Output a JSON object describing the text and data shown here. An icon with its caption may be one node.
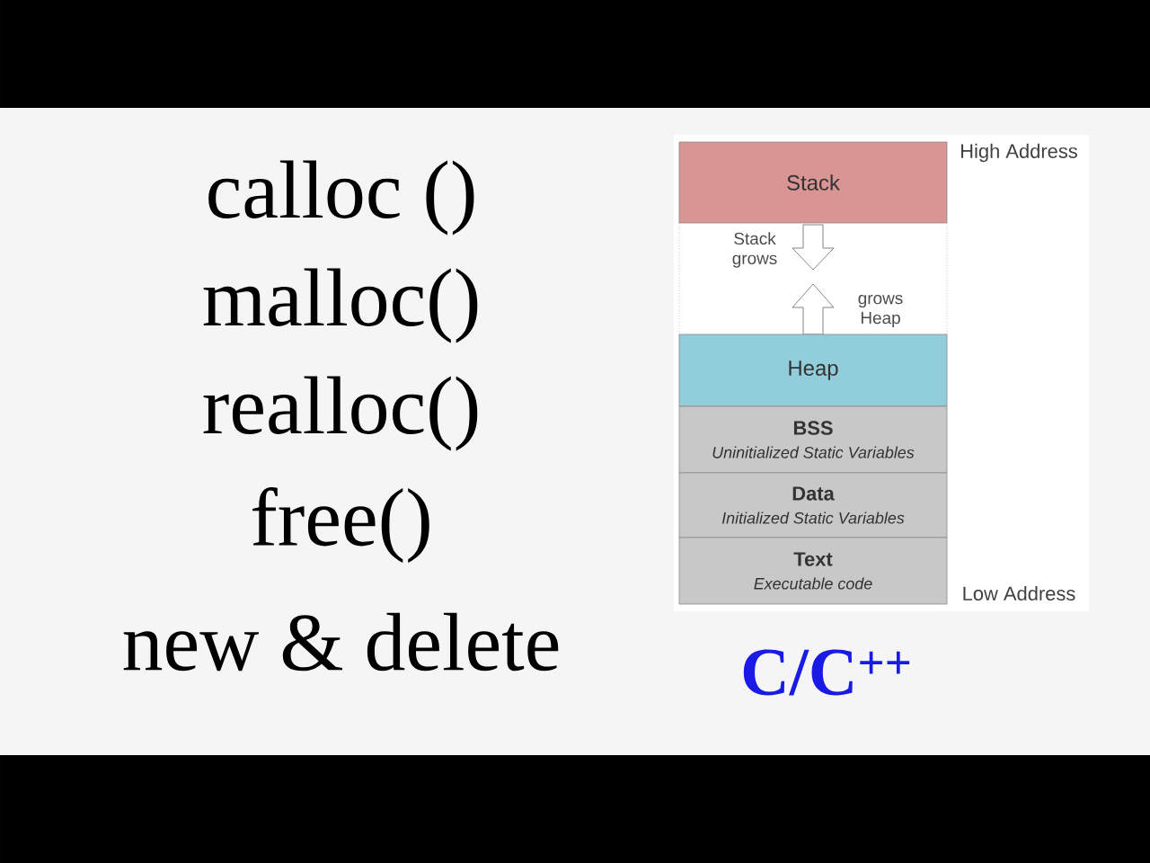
{
  "diagram": {
    "nodes": [
      {
        "text": [
          "Stack"
        ]
      },
      {
        "text": [
          "Heap"
        ]
      },
      {
        "text": [
          "BSS",
          "Uninitialized Static Variables"
        ]
      },
      {
        "text": [
          "Data",
          "Initialized Static Variables"
        ]
      },
      {
        "text": [
          "Text",
          "Executable code"
        ]
      }
    ],
    "labels": [
      "calloc ()",
      "malloc()",
      "realloc()",
      "free()",
      "new & delete",
      "High Address",
      "Stack grows",
      "grows Heap",
      "Low Address",
      "C/C$^{++}$"
    ]
  }
}
